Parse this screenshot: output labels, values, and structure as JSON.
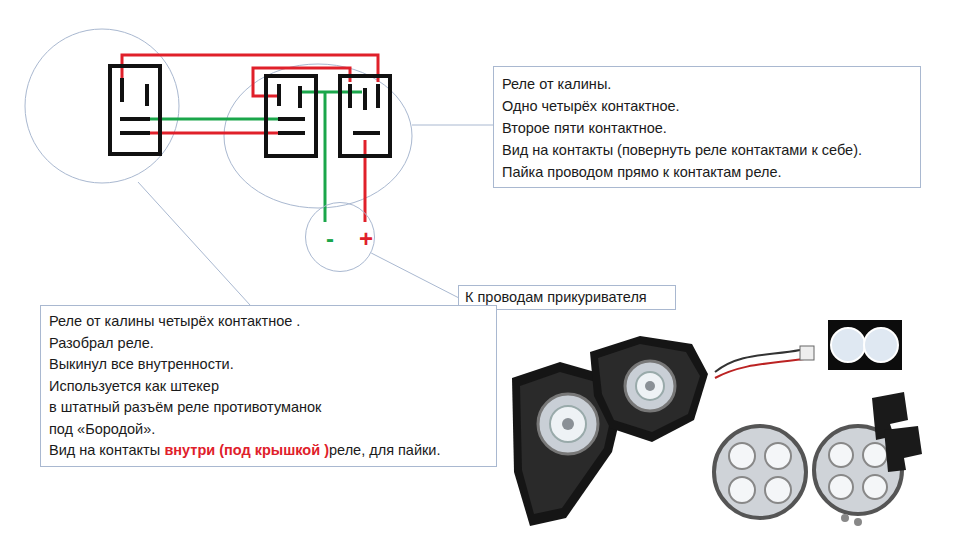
{
  "diagram": {
    "nodes": [
      {
        "text": [
          "Реле от калины.",
          "Одно четырёх контактное.",
          "Второе пяти контактное.",
          "Вид на контакты (повернуть реле контактами к себе).",
          "Пайка проводом прямо к контактам реле."
        ]
      },
      {
        "text": [
          "-",
          "+"
        ]
      },
      {
        "text": [
          "К проводам прикуривателя"
        ]
      },
      {
        "text": [
          "Реле от калины четырёх контактное .",
          "Разобрал реле.",
          "Выкинул все внутренности.",
          "Используется как штекер",
          "в штатный разъём реле противотуманок",
          "под «Бородой».",
          "Вид на контакты",
          "внутри (под крышкой )",
          "реле, для пайки."
        ]
      }
    ],
    "edges": [
      {
        "from": 2,
        "to": 1,
        "arrow": "none"
      }
    ]
  }
}
